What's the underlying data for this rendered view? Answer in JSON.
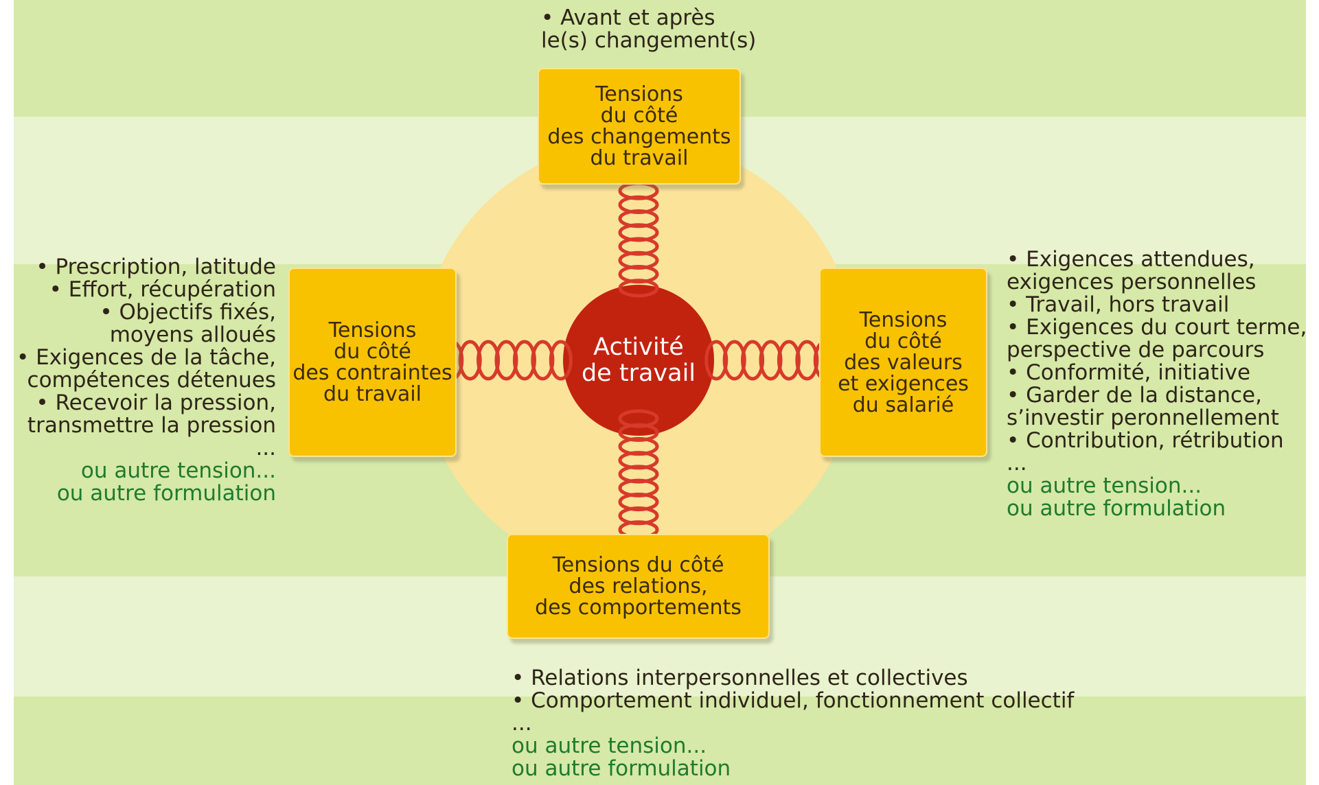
{
  "colors": {
    "band_dark": "#d6e9a8",
    "band_light": "#e9f3cf",
    "circle": "#fbe39a",
    "box": "#f9c200",
    "center": "#c2230f",
    "spring": "#d63a2a",
    "text": "#2e2418",
    "alt_text": "#1f7a2e"
  },
  "center": {
    "label": "Activité\nde travail"
  },
  "boxes": {
    "top": "Tensions\ndu côté\ndes changements\ndu travail",
    "left": "Tensions\ndu côté\ndes contraintes\ndu travail",
    "right": "Tensions\ndu côté\ndes valeurs\net exigences\ndu salarié",
    "bottom": "Tensions du côté\ndes relations,\ndes comportements"
  },
  "lists": {
    "top": [
      "• Avant et après\nle(s) changement(s)"
    ],
    "left": [
      "• Prescription, latitude",
      "• Effort, récupération",
      "• Objectifs fixés,\nmoyens alloués",
      "• Exigences de la tâche,\ncompétences détenues",
      "• Recevoir la pression,\ntransmettre la pression",
      "..."
    ],
    "right": [
      "• Exigences attendues,\n  exigences personnelles",
      "• Travail, hors travail",
      "• Exigences du court terme,\n  perspective de parcours",
      "• Conformité, initiative",
      "• Garder de la distance,\n  s’investir peronnellement",
      "• Contribution, rétribution",
      "..."
    ],
    "bottom": [
      "• Relations interpersonnelles et collectives",
      "• Comportement individuel, fonctionnement collectif",
      "..."
    ]
  },
  "alternatives": {
    "tension": "ou autre tension...",
    "formulation": "ou autre formulation"
  }
}
